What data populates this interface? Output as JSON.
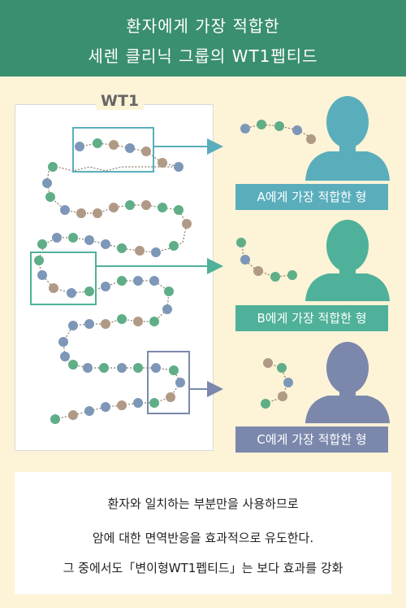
{
  "header": {
    "line1": "환자에게 가장 적합한",
    "line2": "세렌 클리닉 그룹의 WT1펩티드"
  },
  "diagram": {
    "protein_label": "WT1",
    "patients": [
      {
        "label": "A에게 가장 적합한 형",
        "color": "#5aaebc"
      },
      {
        "label": "B에게 가장 적합한 형",
        "color": "#4fb199"
      },
      {
        "label": "C에게 가장 적합한 형",
        "color": "#7b88ac"
      }
    ],
    "bead_colors": {
      "green": "#5fae87",
      "blue": "#7d97b8",
      "tan": "#b09a86"
    },
    "highlight_colors": {
      "a": "#5aaebc",
      "b": "#4fb199",
      "c": "#7b88ac"
    }
  },
  "footer": {
    "line1": "환자와 일치하는 부분만을 사용하므로",
    "line2": "암에 대한 면역반응을 효과적으로 유도한다.",
    "line3": "그 중에서도「변이형WT1펩티드」는 보다 효과를 강화"
  },
  "icons": [
    "person-silhouette-icon",
    "arrow-right-icon"
  ]
}
